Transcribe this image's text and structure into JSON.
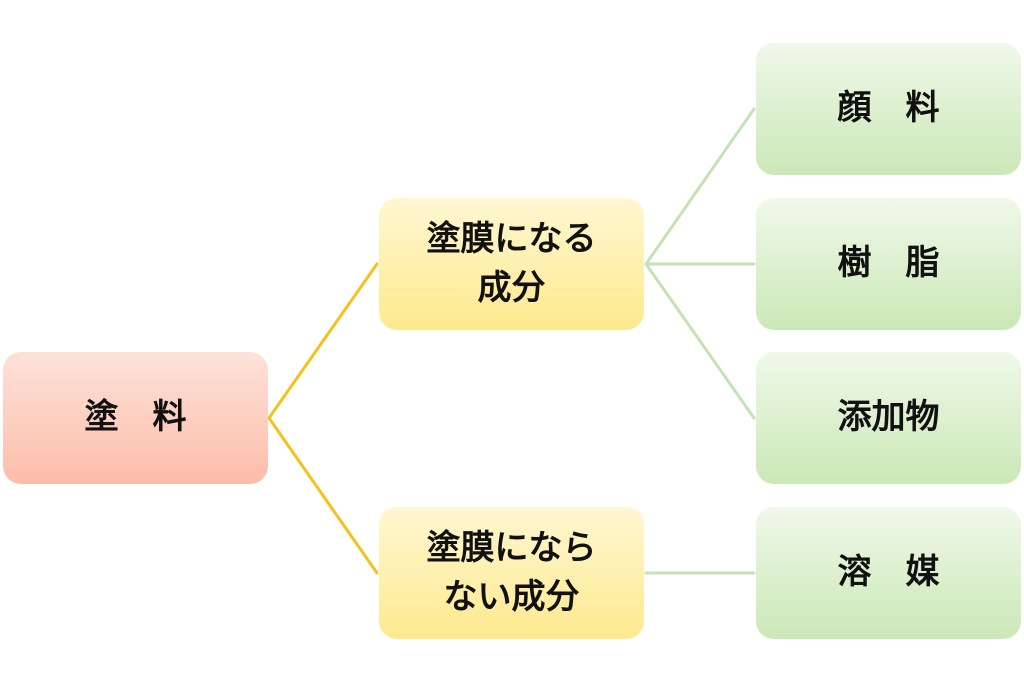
{
  "root": {
    "label": "塗　料"
  },
  "branches": [
    {
      "lines": [
        "塗膜になる",
        "成分"
      ]
    },
    {
      "lines": [
        "塗膜になら",
        "ない成分"
      ]
    }
  ],
  "leaves": [
    {
      "label": "顔　料"
    },
    {
      "label": "樹　脂"
    },
    {
      "label": "添加物"
    },
    {
      "label": "溶　媒"
    }
  ],
  "colors": {
    "root_connector": "#f5c21b",
    "leaf_connector": "#c6e2b4"
  }
}
